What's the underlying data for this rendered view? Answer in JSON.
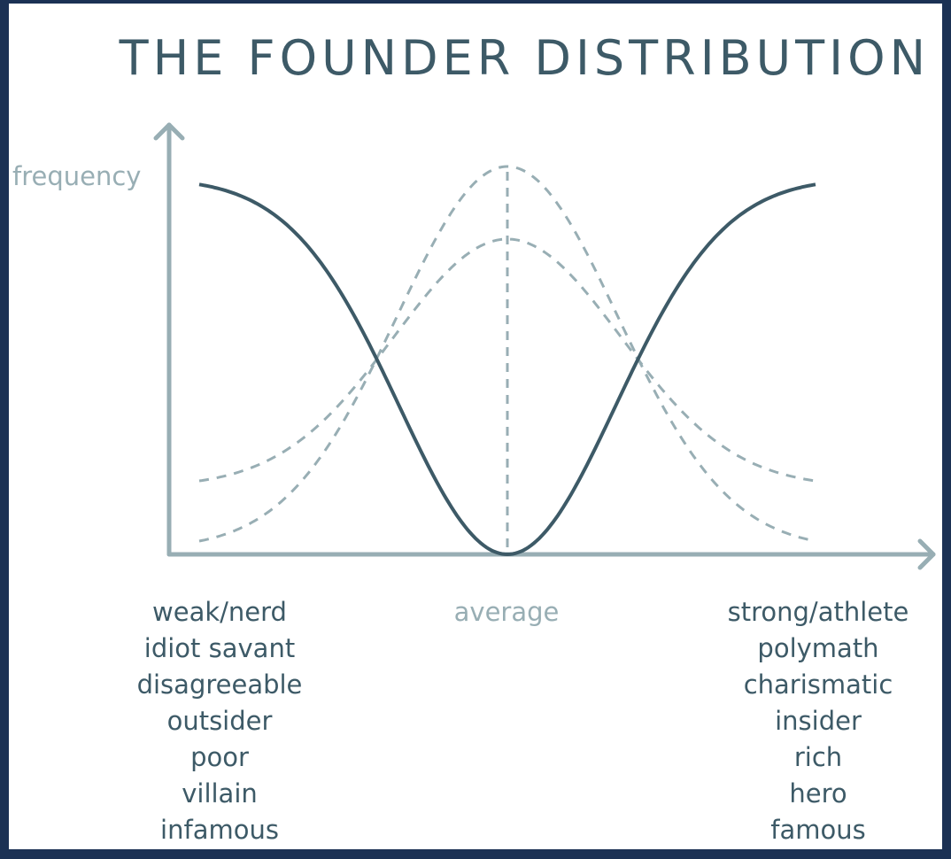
{
  "title": "THE FOUNDER DISTRIBUTION",
  "y_axis_label": "frequency",
  "center_label": "average",
  "left_labels": [
    "weak/nerd",
    "idiot savant",
    "disagreeable",
    "outsider",
    "poor",
    "villain",
    "infamous"
  ],
  "right_labels": [
    "strong/athlete",
    "polymath",
    "charismatic",
    "insider",
    "rich",
    "hero",
    "famous"
  ],
  "colors": {
    "frame": "#1b3154",
    "background": "#ffffff",
    "axis": "#98aeb4",
    "solid_curve": "#3d5a67",
    "dashed_curve": "#98aeb4",
    "text_dark": "#3d5a67",
    "text_light": "#98aeb4"
  },
  "curves": [
    {
      "id": "founder-distribution",
      "style": "solid",
      "shape": "inverted-bell"
    },
    {
      "id": "population-distribution-tall",
      "style": "dashed",
      "shape": "bell"
    },
    {
      "id": "population-distribution-short",
      "style": "dashed",
      "shape": "bell"
    }
  ]
}
